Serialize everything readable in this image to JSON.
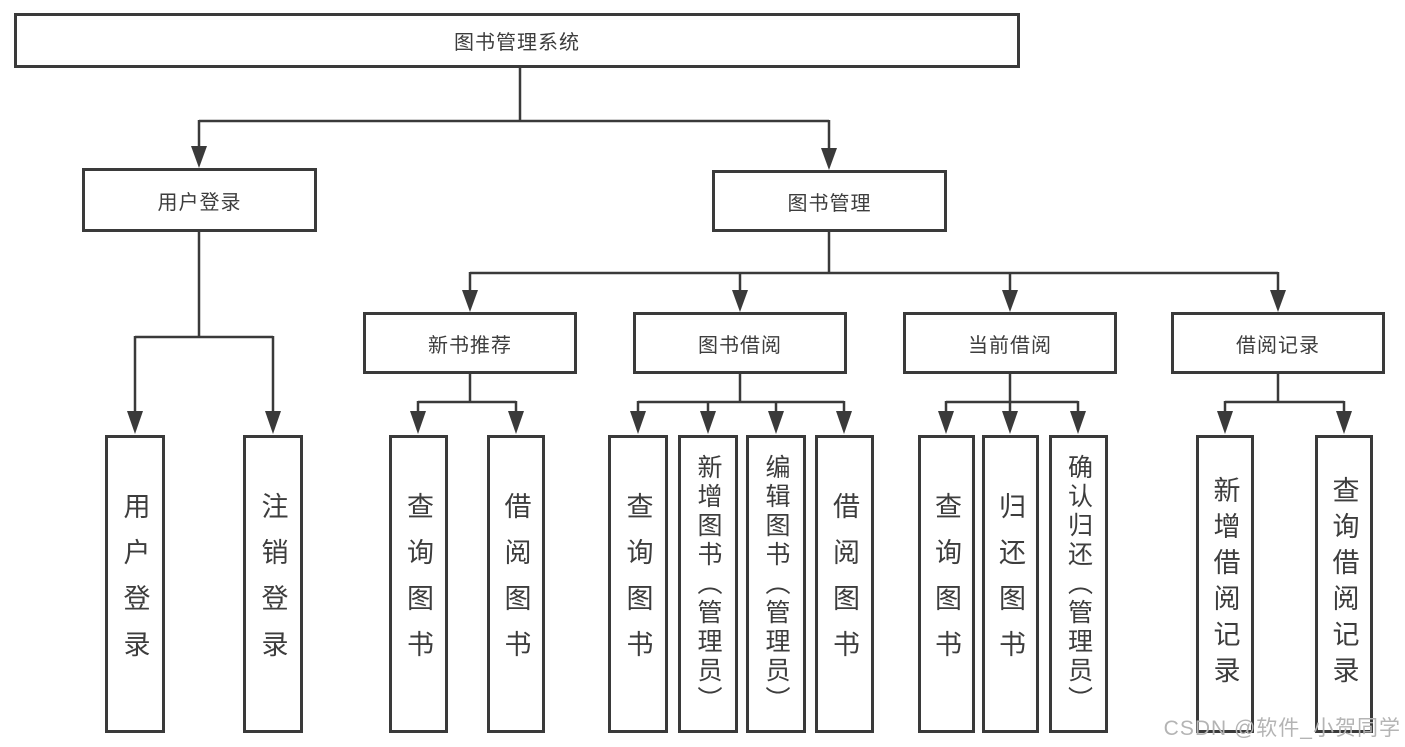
{
  "colors": {
    "line": "#3a3a3a",
    "text": "#3d3d3d",
    "watermark_color": "#b4b4b4",
    "background": "#ffffff"
  },
  "watermark": "CSDN @软件_小贺同学",
  "tree": {
    "root": "图书管理系统",
    "children": [
      {
        "label": "用户登录",
        "leaves": [
          "用户登录",
          "注销登录"
        ]
      },
      {
        "label": "图书管理",
        "children": [
          {
            "label": "新书推荐",
            "leaves": [
              "查询图书",
              "借阅图书"
            ]
          },
          {
            "label": "图书借阅",
            "leaves": [
              "查询图书",
              "新增图书（管理员）",
              "编辑图书（管理员）",
              "借阅图书"
            ]
          },
          {
            "label": "当前借阅",
            "leaves": [
              "查询图书",
              "归还图书",
              "确认归还（管理员）"
            ]
          },
          {
            "label": "借阅记录",
            "leaves": [
              "新增借阅记录",
              "查询借阅记录"
            ]
          }
        ]
      }
    ]
  }
}
